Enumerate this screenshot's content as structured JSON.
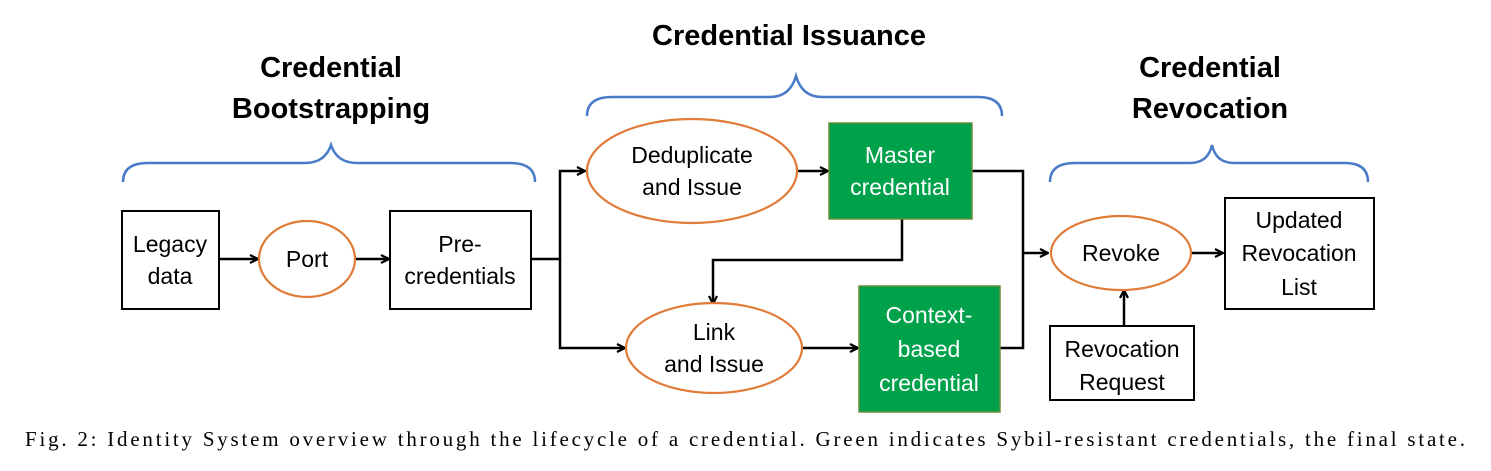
{
  "sections": {
    "bootstrapping": {
      "line1": "Credential",
      "line2": "Bootstrapping"
    },
    "issuance": {
      "line1": "Credential Issuance"
    },
    "revocation": {
      "line1": "Credential",
      "line2": "Revocation"
    }
  },
  "nodes": {
    "legacy_data": {
      "line1": "Legacy",
      "line2": "data"
    },
    "port": {
      "line1": "Port"
    },
    "pre_credentials": {
      "line1": "Pre-",
      "line2": "credentials"
    },
    "deduplicate": {
      "line1": "Deduplicate",
      "line2": "and Issue"
    },
    "master_credential": {
      "line1": "Master",
      "line2": "credential"
    },
    "link_issue": {
      "line1": "Link",
      "line2": "and Issue"
    },
    "context_credential": {
      "line1": "Context-",
      "line2": "based",
      "line3": "credential"
    },
    "revoke": {
      "line1": "Revoke"
    },
    "updated_list": {
      "line1": "Updated",
      "line2": "Revocation",
      "line3": "List"
    },
    "revocation_request": {
      "line1": "Revocation",
      "line2": "Request"
    }
  },
  "colors": {
    "brace": "#4a7bc8",
    "process_outline": "#e07b39",
    "sybil_resistant_fill": "#00a14b"
  },
  "caption": "Fig. 2: Identity System overview through the lifecycle of a credential. Green indicates Sybil-resistant credentials, the final state."
}
